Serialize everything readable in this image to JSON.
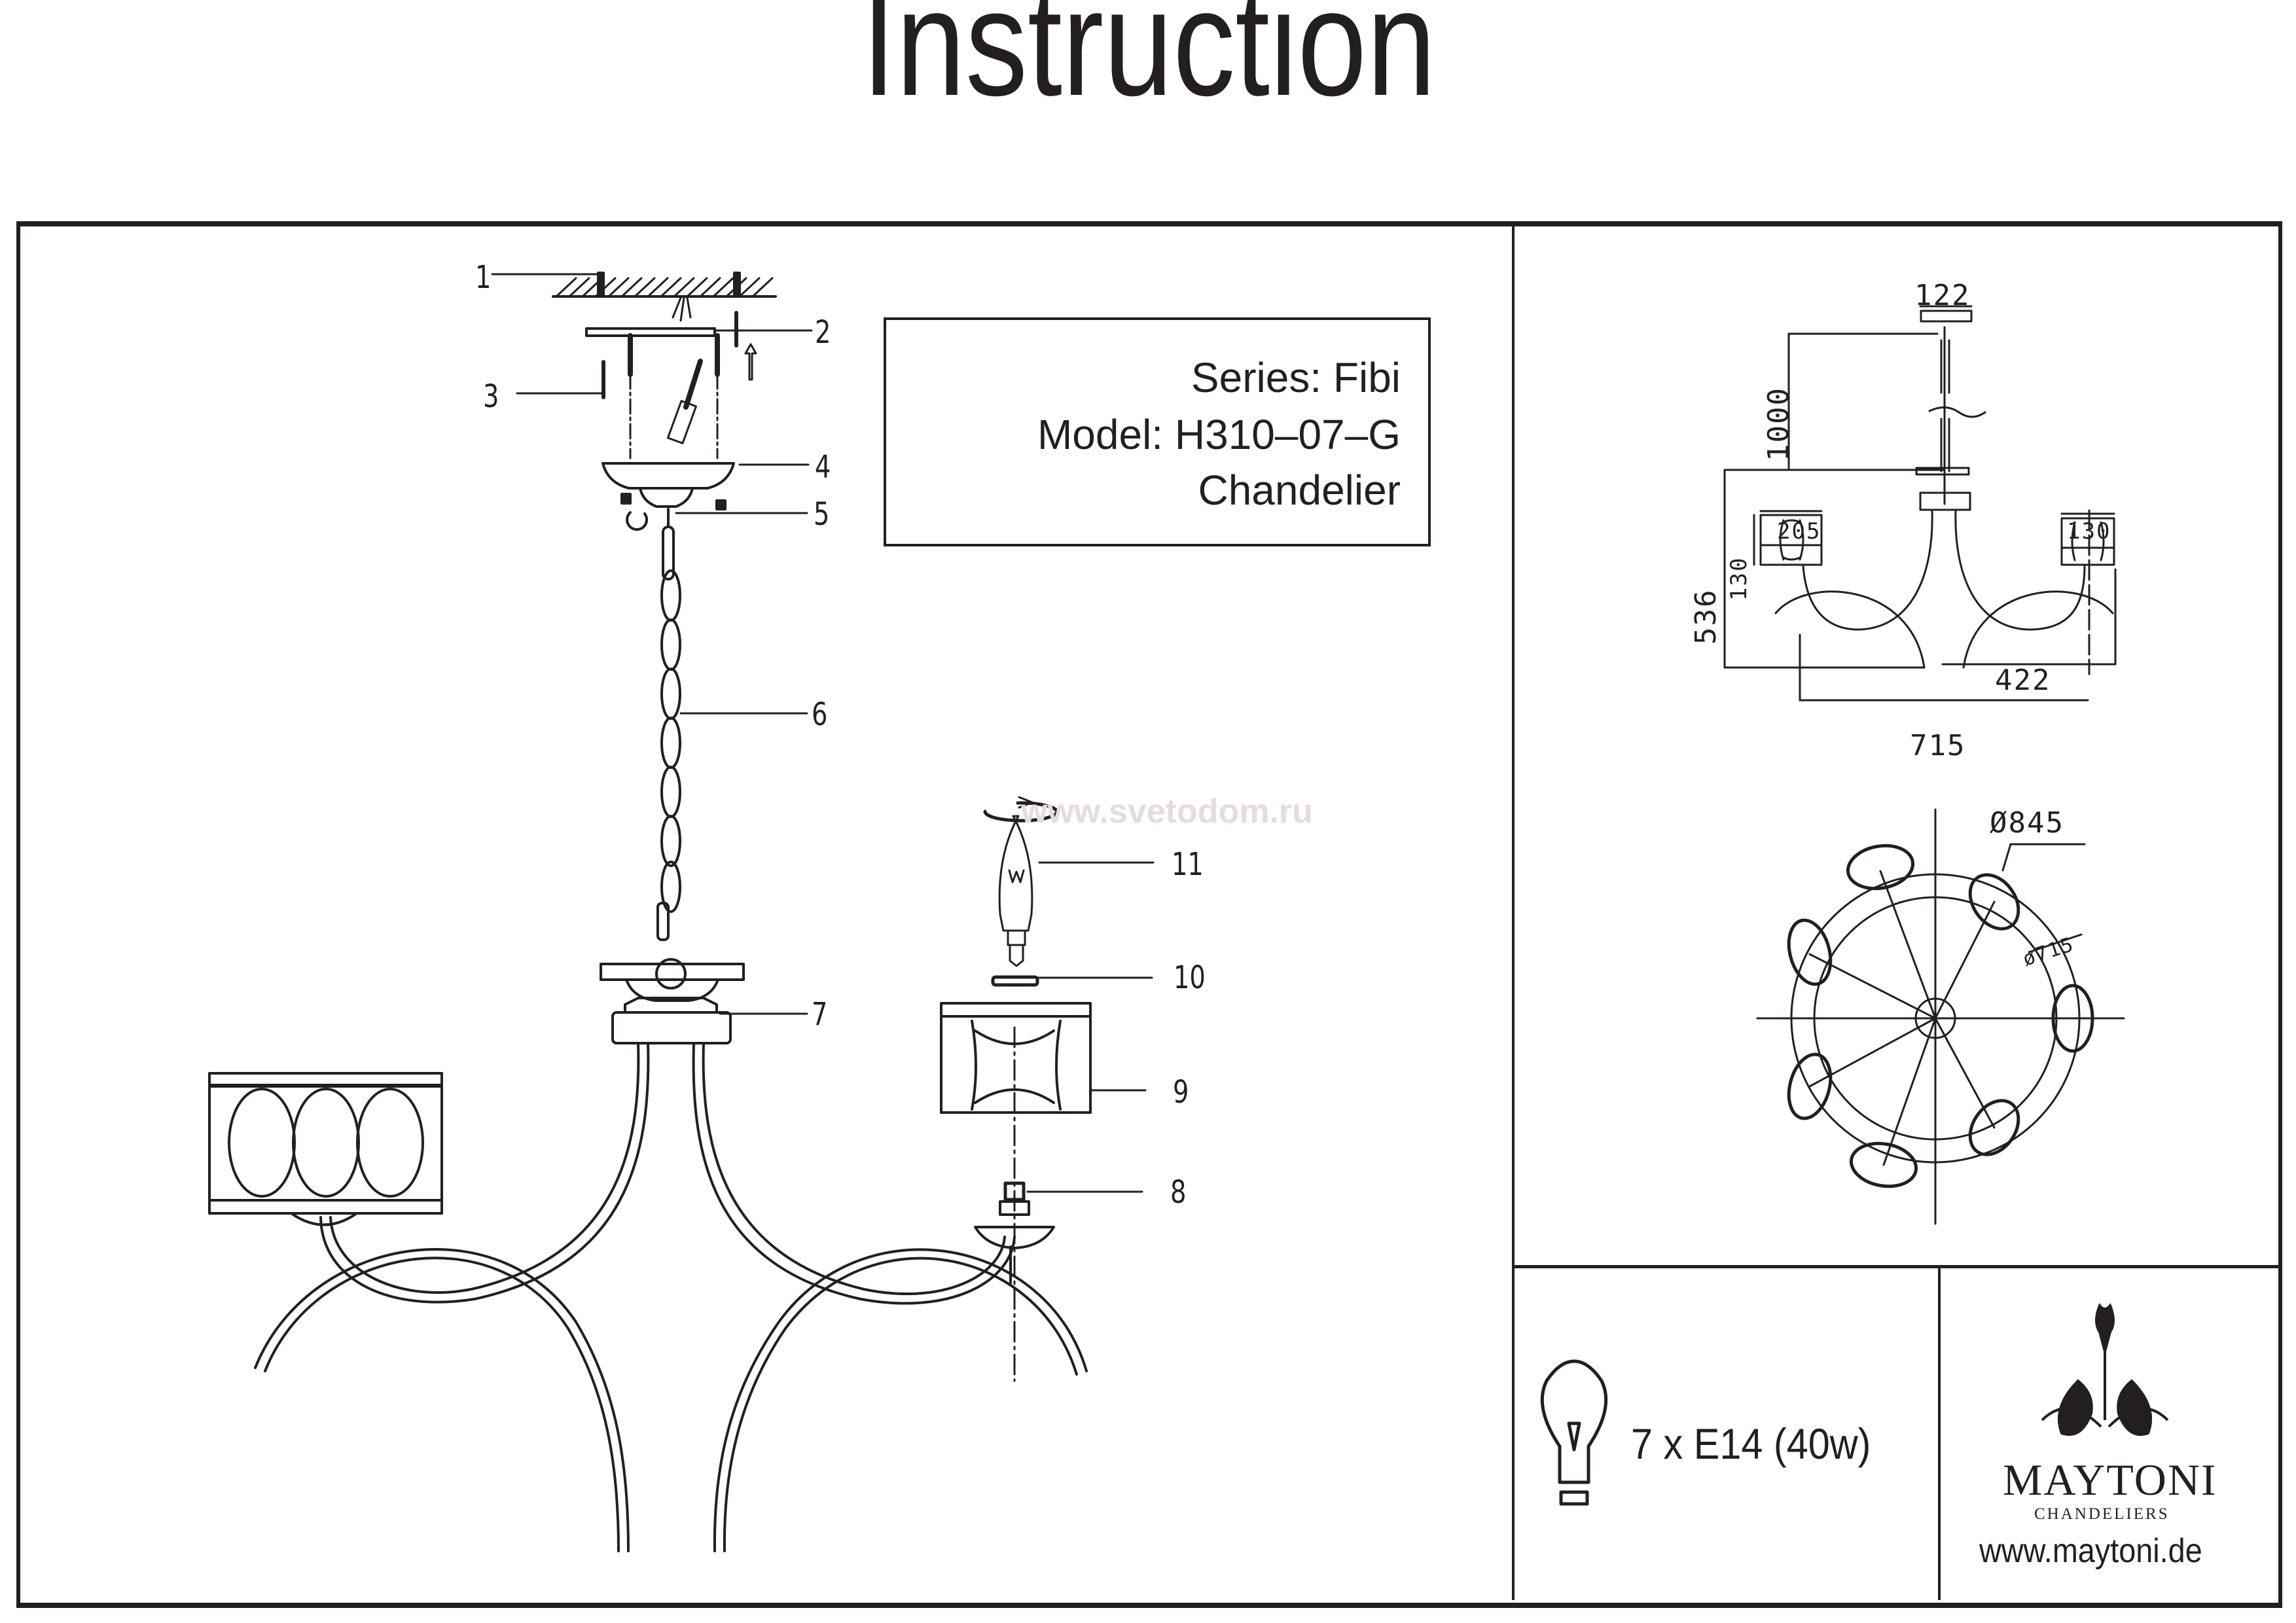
{
  "document": {
    "title": "Instruction",
    "product_info": {
      "series": "Series: Fibi",
      "model": "Model: H310–07–G",
      "type": "Chandelier"
    },
    "assembly_callouts": [
      "1",
      "2",
      "3",
      "4",
      "5",
      "6",
      "7",
      "8",
      "9",
      "10",
      "11"
    ],
    "watermark": "www.svetodom.ru",
    "dimensions_side_view": {
      "canopy_width": "122",
      "chain_length": "1000",
      "total_height": "536",
      "shade_width": "205",
      "shade_height": "130",
      "shade_side_width": "130",
      "arm_reach": "422",
      "arm_span": "715"
    },
    "dimensions_top_view": {
      "outer_diameter": "Ø845",
      "arm_circle_diameter": "ø715"
    },
    "bulb_spec": {
      "icon": "light-bulb-icon",
      "text": "7 x E14 (40w)"
    },
    "brand": {
      "logo_icon": "maytoni-ornament-logo",
      "name": "MAYTONI",
      "subtitle": "CHANDELIERS",
      "website": "www.maytoni.de"
    }
  }
}
